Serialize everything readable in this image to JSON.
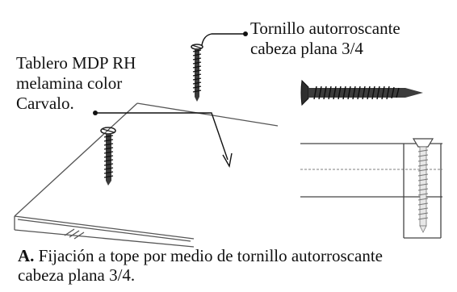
{
  "labels": {
    "screw": {
      "line1": "Tornillo autorroscante",
      "line2": "cabeza plana 3/4"
    },
    "board": {
      "line1": "Tablero MDP RH",
      "line2": "melamina color",
      "line3": "Carvalo."
    }
  },
  "caption": {
    "prefix": "A.",
    "text": " Fijación a tope por medio de tornillo autorroscante",
    "line2": "cabeza plana 3/4."
  },
  "colors": {
    "ink": "#111111",
    "screw_dark": "#2b2b2b",
    "panel_line": "#555555"
  }
}
